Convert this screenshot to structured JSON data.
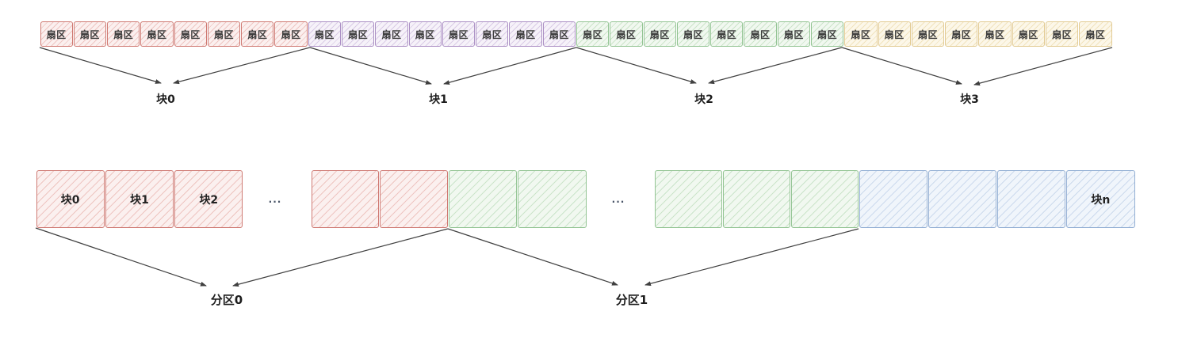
{
  "diagram": {
    "title_semantic": "disk sectors-blocks-partitions diagram",
    "sector_label": "扇区",
    "sector_groups": [
      {
        "color": "red",
        "sector_count": 8,
        "block_label": "块0"
      },
      {
        "color": "purple",
        "sector_count": 8,
        "block_label": "块1"
      },
      {
        "color": "green",
        "sector_count": 8,
        "block_label": "块2"
      },
      {
        "color": "yellow",
        "sector_count": 8,
        "block_label": "块3"
      }
    ],
    "block_segments": [
      {
        "type": "boxes",
        "color": "red",
        "cells": [
          "块0",
          "块1",
          "块2"
        ]
      },
      {
        "type": "ellipsis",
        "label": "..."
      },
      {
        "type": "boxes",
        "color": "red",
        "cells": [
          "",
          ""
        ]
      },
      {
        "type": "boxes",
        "color": "green",
        "cells": [
          "",
          ""
        ]
      },
      {
        "type": "ellipsis",
        "label": "..."
      },
      {
        "type": "boxes",
        "color": "green",
        "cells": [
          "",
          "",
          ""
        ]
      },
      {
        "type": "boxes",
        "color": "blue",
        "cells": [
          "",
          "",
          "",
          "块n"
        ]
      }
    ],
    "partition_labels": [
      "分区0",
      "分区1"
    ]
  },
  "colors": {
    "red": {
      "border": "#cf7a73",
      "fill": "#fbf0ef",
      "hatch": "#eec5c1"
    },
    "purple": {
      "border": "#ab8fc4",
      "fill": "#f6f2f9",
      "hatch": "#d9cbe6"
    },
    "green": {
      "border": "#93c493",
      "fill": "#f1f8f0",
      "hatch": "#cbe4ca"
    },
    "yellow": {
      "border": "#e2cb94",
      "fill": "#fcf7e9",
      "hatch": "#f1e3bd"
    },
    "blue": {
      "border": "#92aed3",
      "fill": "#f0f5fb",
      "hatch": "#ccdaed"
    },
    "arrow": "#404040",
    "text": "#222222"
  }
}
